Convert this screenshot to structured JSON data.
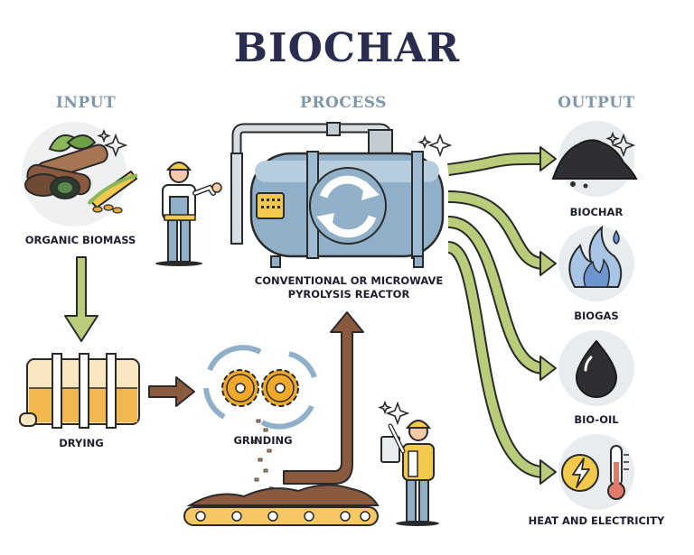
{
  "title": "BIOCHAR",
  "sections": {
    "input": "INPUT",
    "process": "PROCESS",
    "output": "OUTPUT"
  },
  "labels": {
    "organic_biomass": "ORGANIC BIOMASS",
    "reactor": "CONVENTIONAL OR MICROWAVE PYROLYSIS REACTOR",
    "drying": "DRYING",
    "grinding": "GRINDING",
    "biochar": "BIOCHAR",
    "biogas": "BIOGAS",
    "bio_oil": "BIO-OIL",
    "heat_electricity": "HEAT AND ELECTRICITY"
  },
  "icons": [
    "organic-biomass-icon",
    "worker-icon",
    "pyrolysis-reactor-icon",
    "recycle-arrows-icon",
    "dryer-icon",
    "gear-icon",
    "conveyor-belt-icon",
    "biochar-pile-icon",
    "flame-icon",
    "oil-drop-icon",
    "lightning-icon",
    "thermometer-icon",
    "sparkle-icon"
  ],
  "colors": {
    "title": "#2a2d4f",
    "section": "#7f97ab",
    "arrow_green": "#b9cc7a",
    "arrow_brown": "#8a5a3e",
    "reactor_blue": "#8fb0c8",
    "gear_orange": "#f0a92c",
    "circle_bg": "#e9ecef"
  }
}
